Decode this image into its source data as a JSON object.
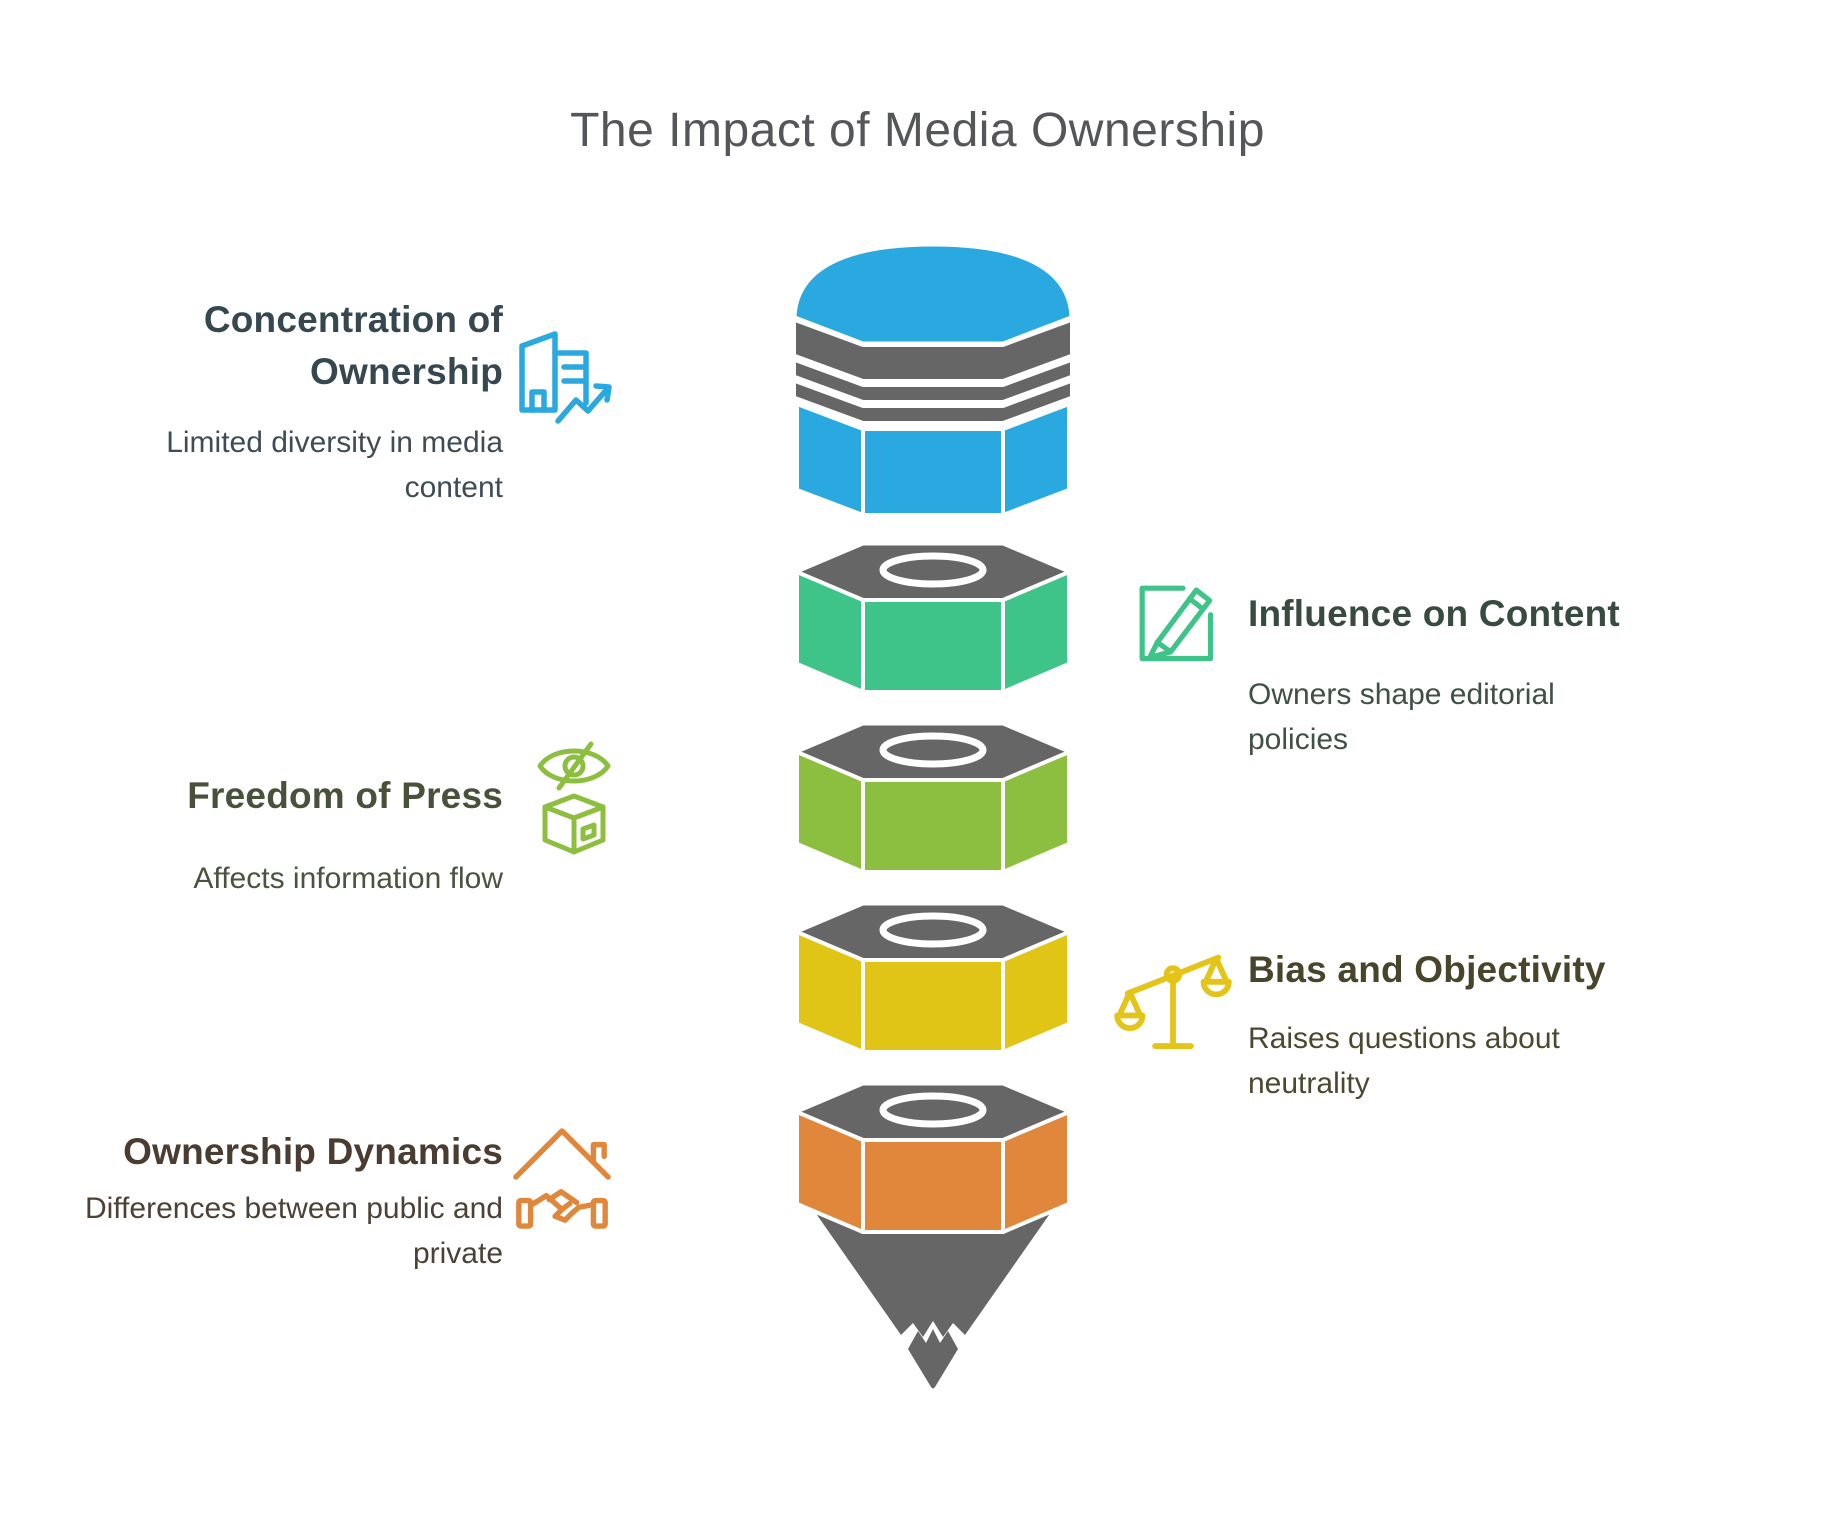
{
  "title": {
    "text": "The Impact of Media Ownership",
    "color": "#55565A"
  },
  "funnel": {
    "pencil_gray": "#666666",
    "segments": [
      {
        "name": "cap",
        "color": "#29A9E0"
      },
      {
        "name": "nut-1",
        "color": "#3EC488"
      },
      {
        "name": "nut-2",
        "color": "#8CBF3F"
      },
      {
        "name": "nut-3",
        "color": "#E0C516"
      },
      {
        "name": "nut-4",
        "color": "#E0873C"
      }
    ]
  },
  "sections": [
    {
      "heading": "Concentration of Ownership",
      "body": "Limited diversity in media content",
      "side": "left",
      "icon": "building-growth-icon",
      "accent": "#29A9E0",
      "heading_color": "#36474F",
      "body_color": "#3F4C55"
    },
    {
      "heading": "Influence on Content",
      "body": "Owners shape editorial policies",
      "side": "right",
      "icon": "edit-icon",
      "accent": "#3EC488",
      "heading_color": "#384B40",
      "body_color": "#3F5045"
    },
    {
      "heading": "Freedom of Press",
      "body": "Affects information flow",
      "side": "left",
      "icon": "eye-box-icon",
      "accent": "#8CBF3F",
      "heading_color": "#48513A",
      "body_color": "#4A5340"
    },
    {
      "heading": "Bias and Objectivity",
      "body": "Raises questions about neutrality",
      "side": "right",
      "icon": "scales-icon",
      "accent": "#E5C419",
      "heading_color": "#49452B",
      "body_color": "#4C4830"
    },
    {
      "heading": "Ownership Dynamics",
      "body": "Differences between public and private",
      "side": "left",
      "icon": "house-handshake-icon",
      "accent": "#E0873C",
      "heading_color": "#4A3C30",
      "body_color": "#4C4136"
    }
  ]
}
